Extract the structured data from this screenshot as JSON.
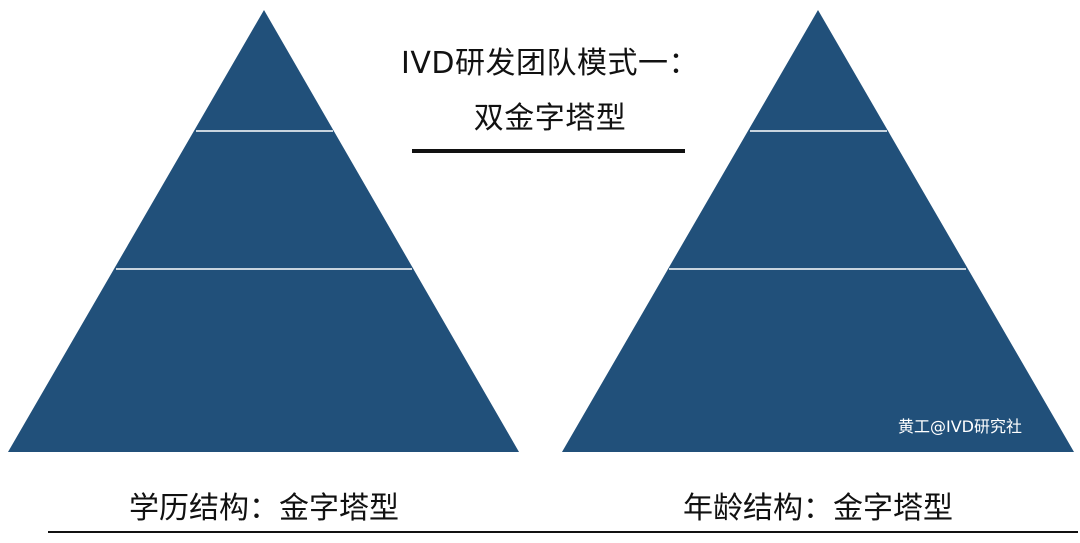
{
  "title": {
    "line1": "IVD研发团队模式一：",
    "line2": "双金字塔型"
  },
  "pyramids": [
    {
      "caption": "学历结构：金字塔型",
      "tiers": 3
    },
    {
      "caption": "年龄结构：金字塔型",
      "tiers": 3
    }
  ],
  "watermark": "黄工@IVD研究社",
  "colors": {
    "pyramid_fill": "#21507a",
    "divider": "#ffffff",
    "text": "#111111",
    "rule": "#111111"
  }
}
